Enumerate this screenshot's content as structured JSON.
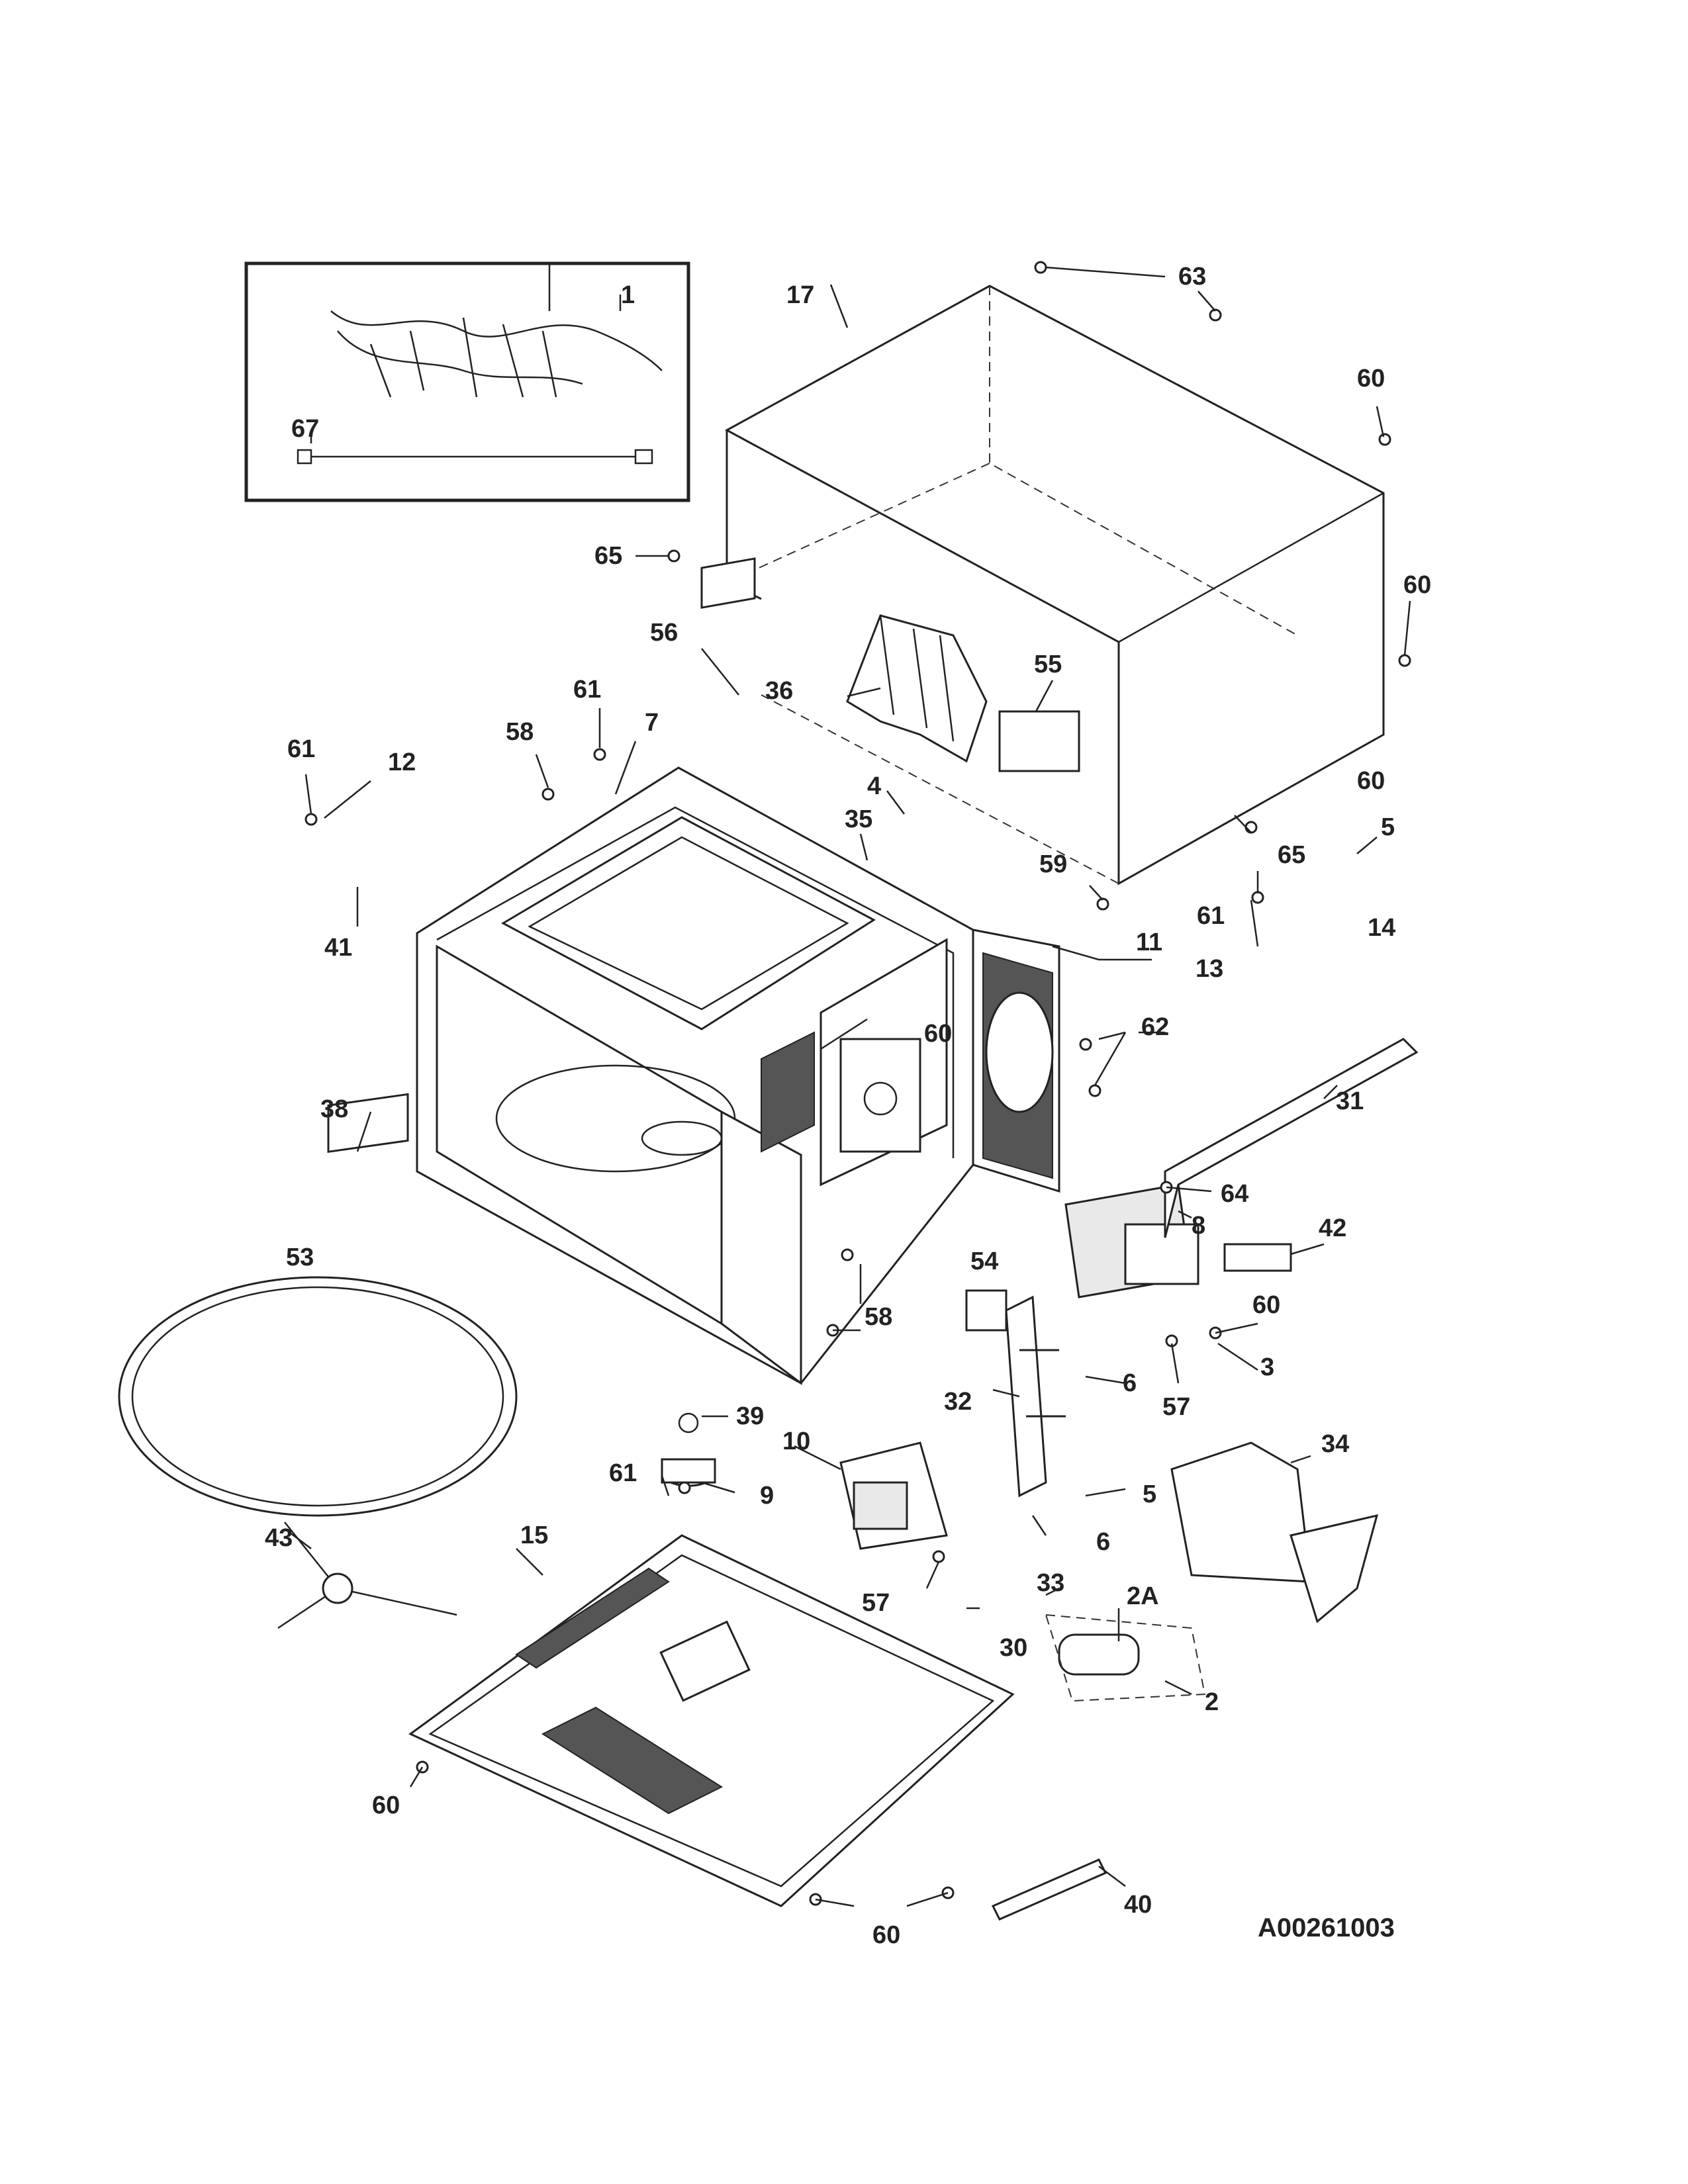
{
  "diagram_code": "A00261003",
  "callouts": {
    "c1": "1",
    "c67": "67",
    "c17": "17",
    "c63": "63",
    "c60_top": "60",
    "c60_side": "60",
    "c65_left": "65",
    "c56": "56",
    "c36": "36",
    "c55": "55",
    "c61_a": "61",
    "c7": "7",
    "c58_a": "58",
    "c61_b": "61",
    "c12": "12",
    "c41": "41",
    "c4": "4",
    "c35": "35",
    "c60_mid": "60",
    "c5_a": "5",
    "c59": "59",
    "c65_right": "65",
    "c14": "14",
    "c11": "11",
    "c61_c": "61",
    "c13": "13",
    "c60_b": "60",
    "c62": "62",
    "c31": "31",
    "c38": "38",
    "c64": "64",
    "c8": "8",
    "c42": "42",
    "c53": "53",
    "c54": "54",
    "c58_b": "58",
    "c60_c": "60",
    "c3": "3",
    "c6_a": "6",
    "c57_a": "57",
    "c39": "39",
    "c10": "10",
    "c32": "32",
    "c34": "34",
    "c9": "9",
    "c61_d": "61",
    "c5_b": "5",
    "c6_b": "6",
    "c15": "15",
    "c43": "43",
    "c33": "33",
    "c57_b": "57",
    "c2A": "2A",
    "c30": "30",
    "c2": "2",
    "c60_d": "60",
    "c40": "40",
    "c60_e": "60"
  }
}
